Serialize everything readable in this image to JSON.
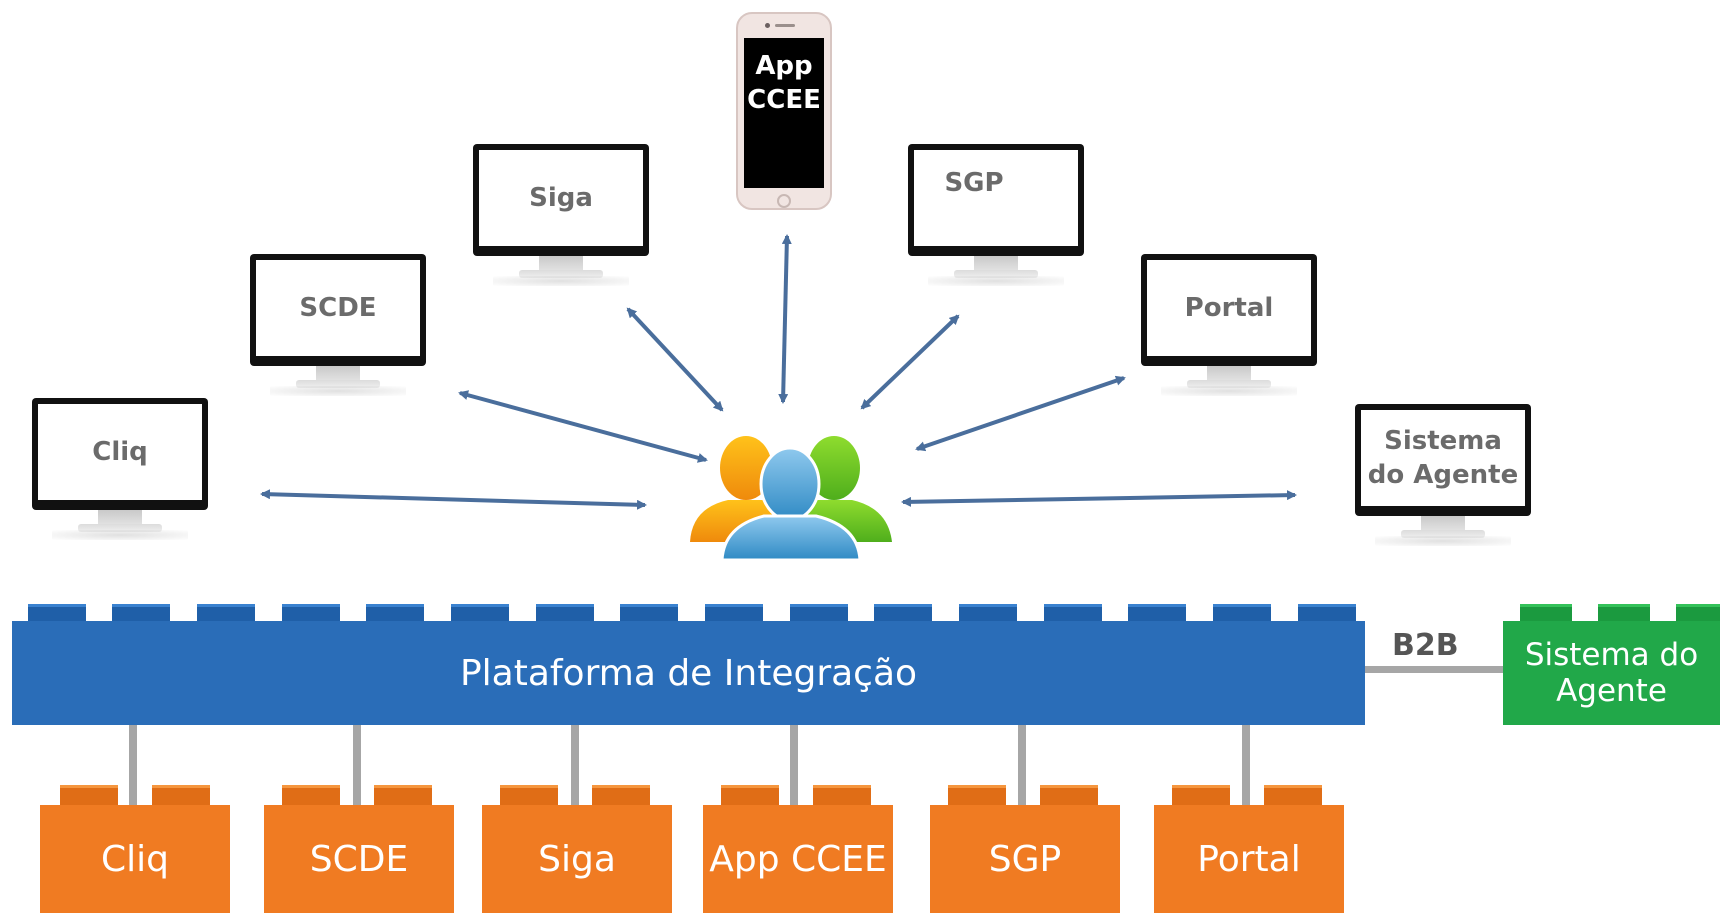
{
  "monitors": {
    "cliq": "Cliq",
    "scde": "SCDE",
    "siga": "Siga",
    "sgp": "SGP",
    "portal": "Portal",
    "sistema_line1": "Sistema",
    "sistema_line2": "do Agente"
  },
  "phone": {
    "line1": "App",
    "line2": "CCEE"
  },
  "platform": {
    "label": "Plataforma de Integração"
  },
  "b2b": {
    "label": "B2B"
  },
  "agent_block": {
    "line1": "Sistema do",
    "line2": "Agente"
  },
  "blocks": [
    "Cliq",
    "SCDE",
    "Siga",
    "App CCEE",
    "SGP",
    "Portal"
  ],
  "colors": {
    "platform": "#2a6db8",
    "blocks": "#f07b22",
    "agent": "#21a849",
    "arrows": "#4a6e9c"
  },
  "icons": {
    "users": "users-group-icon"
  }
}
